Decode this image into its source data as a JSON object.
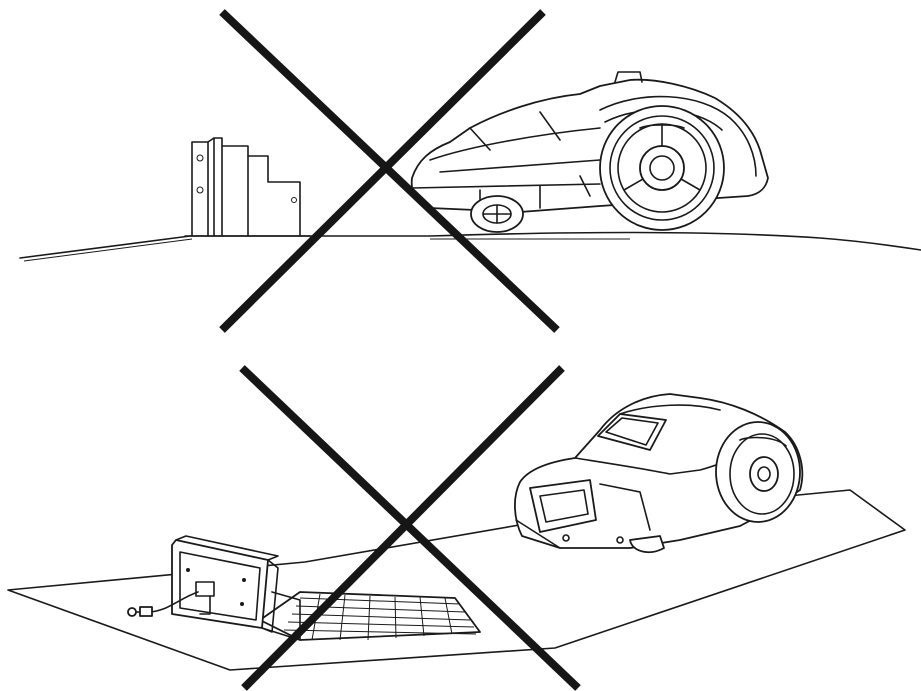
{
  "figures": [
    {
      "id": "side-view",
      "verdict": "incorrect",
      "verdict_mark": "cross",
      "subjects": [
        "charging-station",
        "robotic-mower"
      ]
    },
    {
      "id": "perspective-view",
      "verdict": "incorrect",
      "verdict_mark": "cross",
      "subjects": [
        "charging-station",
        "robotic-mower",
        "base-plate",
        "power-cable"
      ]
    }
  ],
  "colors": {
    "line": "#1a1a1a",
    "background": "#ffffff",
    "cross": "#161616"
  }
}
